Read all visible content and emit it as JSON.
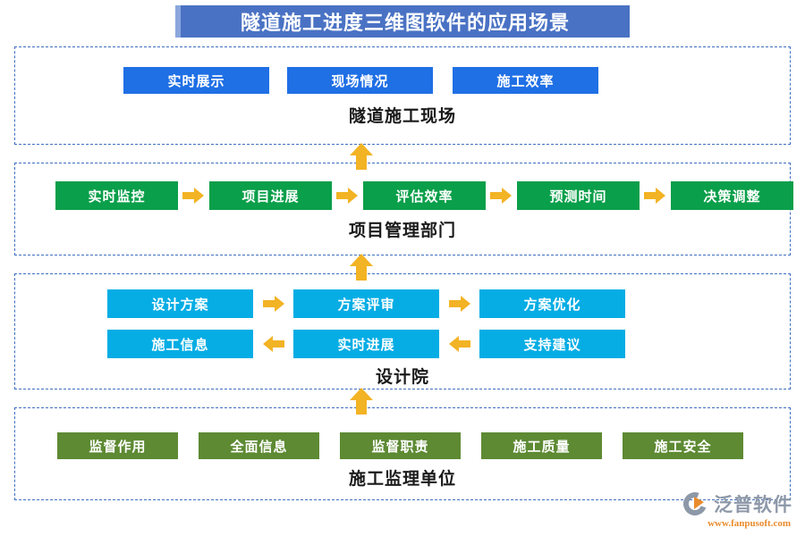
{
  "title": {
    "text": "隧道施工进度三维图软件的应用场景",
    "banner_color": "#4a72c4",
    "accent_color": "#8aa7dd"
  },
  "colors": {
    "panel_border": "#3f6fc0",
    "box_blue": "#1f6fe5",
    "box_green": "#0a9f4a",
    "box_cyan": "#05ade4",
    "box_olive": "#5d8a33",
    "arrow": "#f2b324",
    "logo_gray": "#8d98a8",
    "logo_orange": "#e98b2c"
  },
  "sections": [
    {
      "id": "site",
      "label": "隧道施工现场",
      "style": "blue",
      "rows": [
        {
          "boxes": [
            "实时展示",
            "现场情况",
            "施工效率"
          ],
          "arrows": []
        }
      ]
    },
    {
      "id": "pm",
      "label": "项目管理部门",
      "style": "green",
      "rows": [
        {
          "boxes": [
            "实时监控",
            "项目进展",
            "评估效率",
            "预测时间",
            "决策调整"
          ],
          "arrows": [
            "right",
            "right",
            "right",
            "right"
          ]
        }
      ]
    },
    {
      "id": "design",
      "label": "设计院",
      "style": "cyan",
      "rows": [
        {
          "boxes": [
            "设计方案",
            "方案评审",
            "方案优化"
          ],
          "arrows": [
            "right",
            "right"
          ]
        },
        {
          "boxes": [
            "施工信息",
            "实时进展",
            "支持建议"
          ],
          "arrows": [
            "left",
            "left"
          ]
        }
      ]
    },
    {
      "id": "super",
      "label": "施工监理单位",
      "style": "olive",
      "rows": [
        {
          "boxes": [
            "监督作用",
            "全面信息",
            "监督职责",
            "施工质量",
            "施工安全"
          ],
          "arrows": []
        }
      ]
    }
  ],
  "connectors": [
    {
      "from": "super",
      "to": "design",
      "direction": "up"
    },
    {
      "from": "design",
      "to": "pm",
      "direction": "up"
    },
    {
      "from": "pm",
      "to": "site",
      "direction": "up"
    }
  ],
  "logo": {
    "name": "泛普软件",
    "url": "www.fanpusoft.com"
  }
}
